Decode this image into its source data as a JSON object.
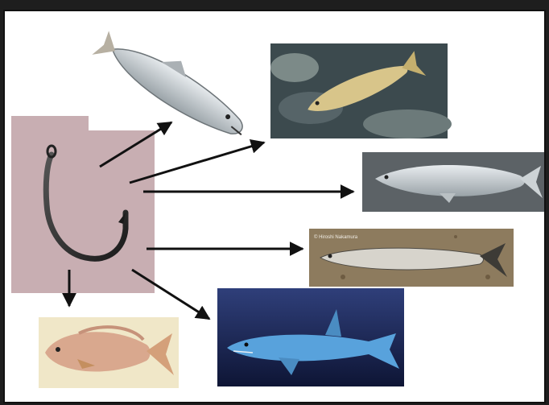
{
  "diagram": {
    "hook_panel_color": "#c8aeb2",
    "arrow_color": "#111111",
    "hook": {
      "icon": "fishing-hook-icon"
    },
    "catches": [
      {
        "id": "hake",
        "icon": "hake-fish-icon",
        "photo_caption": ""
      },
      {
        "id": "wrasse",
        "icon": "wrasse-fish-icon",
        "photo_caption": ""
      },
      {
        "id": "whitefish",
        "icon": "silver-fish-icon",
        "photo_caption": ""
      },
      {
        "id": "salmon",
        "icon": "salmon-fish-icon",
        "photo_caption": "© Hiroshi Nakamura"
      },
      {
        "id": "snapper",
        "icon": "snapper-fish-icon",
        "photo_caption": ""
      },
      {
        "id": "shark",
        "icon": "shark-icon",
        "photo_caption": ""
      }
    ]
  }
}
